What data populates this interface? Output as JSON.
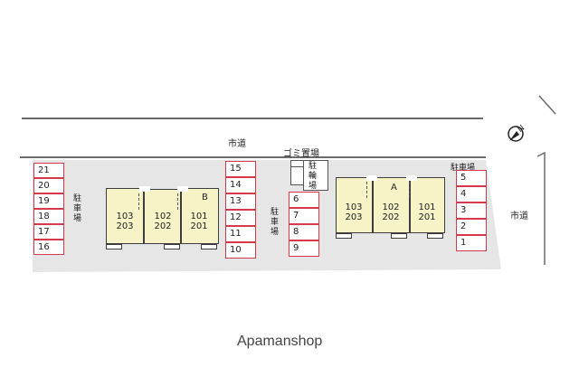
{
  "labels": {
    "road_top": "市道",
    "road_right": "市道",
    "garbage": "ゴミ置場",
    "bicycle": "駐輪場",
    "parking_left": "駐車場",
    "parking_center": "駐車場",
    "parking_right": "駐車場",
    "watermark": "Apamanshop"
  },
  "building_b": {
    "name": "B",
    "units": [
      {
        "top": "103",
        "bottom": "203"
      },
      {
        "top": "102",
        "bottom": "202"
      },
      {
        "top": "101",
        "bottom": "201"
      }
    ]
  },
  "building_a": {
    "name": "A",
    "units": [
      {
        "top": "103",
        "bottom": "203"
      },
      {
        "top": "102",
        "bottom": "202"
      },
      {
        "top": "101",
        "bottom": "201"
      }
    ]
  },
  "parking_slots": {
    "left_column": [
      "21",
      "20",
      "19",
      "18",
      "17",
      "16"
    ],
    "middle_column": [
      "15",
      "14",
      "13",
      "12",
      "11",
      "10"
    ],
    "center_column": [
      "6",
      "7",
      "8",
      "9"
    ],
    "right_column": [
      "5",
      "4",
      "3",
      "2",
      "1"
    ]
  },
  "compass": "north-arrow-icon"
}
